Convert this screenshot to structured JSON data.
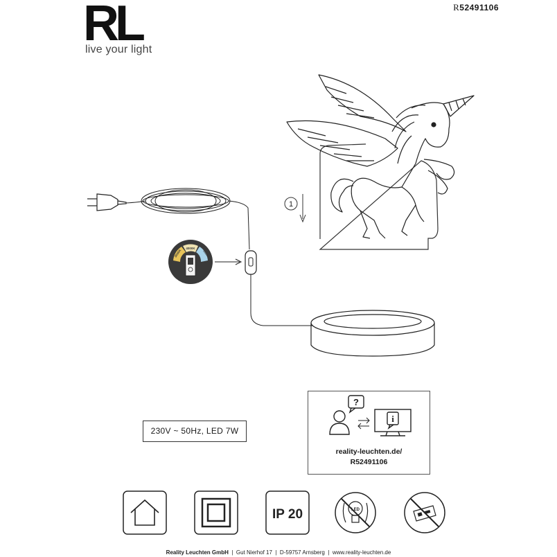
{
  "header": {
    "logo_text": "RL",
    "tagline": "live your light",
    "article_prefix": "R",
    "article_number": "52491106"
  },
  "diagram": {
    "step_number": "1",
    "switch_labels": [
      "3000K",
      "4000K",
      "6500K"
    ]
  },
  "spec": {
    "text": "230V ~ 50Hz, LED 7W"
  },
  "info": {
    "question_mark": "?",
    "info_mark": "i",
    "url_line1": "reality-leuchten.de/",
    "url_line2": "R52491106"
  },
  "symbols": [
    {
      "name": "indoor-use-icon"
    },
    {
      "name": "protection-class-2-icon"
    },
    {
      "name": "ip-rating-icon",
      "text": "IP 20"
    },
    {
      "name": "led-not-replaceable-icon",
      "text": "LED"
    },
    {
      "name": "no-household-waste-icon"
    }
  ],
  "footer": {
    "company": "Reality Leuchten GmbH",
    "address": "Gut Nierhof 17",
    "city": "D-59757 Arnsberg",
    "website": "www.reality-leuchten.de",
    "separator": "|"
  },
  "colors": {
    "ink": "#1a1a1a",
    "switch_dark": "#3a3a3a",
    "switch_warm": "#e7c45a",
    "switch_neutral": "#efe3b2",
    "switch_cold": "#a9d3ea"
  }
}
